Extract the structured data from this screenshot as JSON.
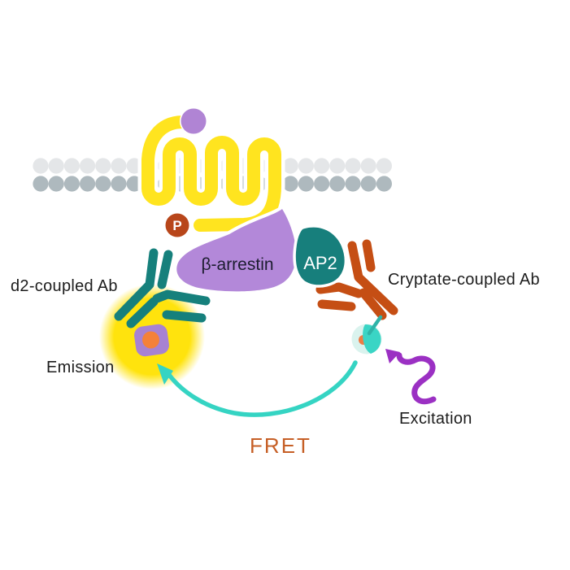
{
  "title": "FRET beta-arrestin recruitment assay diagram",
  "labels": {
    "d2_ab": "d2-coupled Ab",
    "cryptate_ab": "Cryptate-coupled Ab",
    "emission": "Emission",
    "excitation": "Excitation",
    "fret": "FRET",
    "beta_arrestin": "β-arrestin",
    "ap2": "AP2",
    "phospho": "P"
  },
  "membrane": {
    "lipid_count_per_row": 23
  },
  "colors": {
    "background": "#ffffff",
    "membrane_top": "#E4E6E8",
    "membrane_bottom": "#AEB9BE",
    "receptor_yellow": "#FFE41F",
    "n_term_purple": "#B084D4",
    "phospho_red": "#B8461A",
    "arrestin_purple": "#B388D9",
    "ap2_teal": "#177F7C",
    "d2_ab_teal": "#16807C",
    "cryptate_ab_orange": "#C54E14",
    "d2_square_purple": "#A782D2",
    "d2_core_orange": "#F5813A",
    "glow_yellow": "#FFE30D",
    "cryptate_pale": "#DAF3EE",
    "cryptate_bright": "#3AD5C5",
    "cryptate_rod_teal": "#2FB4A8",
    "cryptate_core_orange": "#EE7B43",
    "fret_arc_teal": "#35D4C3",
    "excitation_purple": "#9B30C3",
    "fret_text_orange": "#C65F26",
    "label_text": "#1d1d1d"
  }
}
